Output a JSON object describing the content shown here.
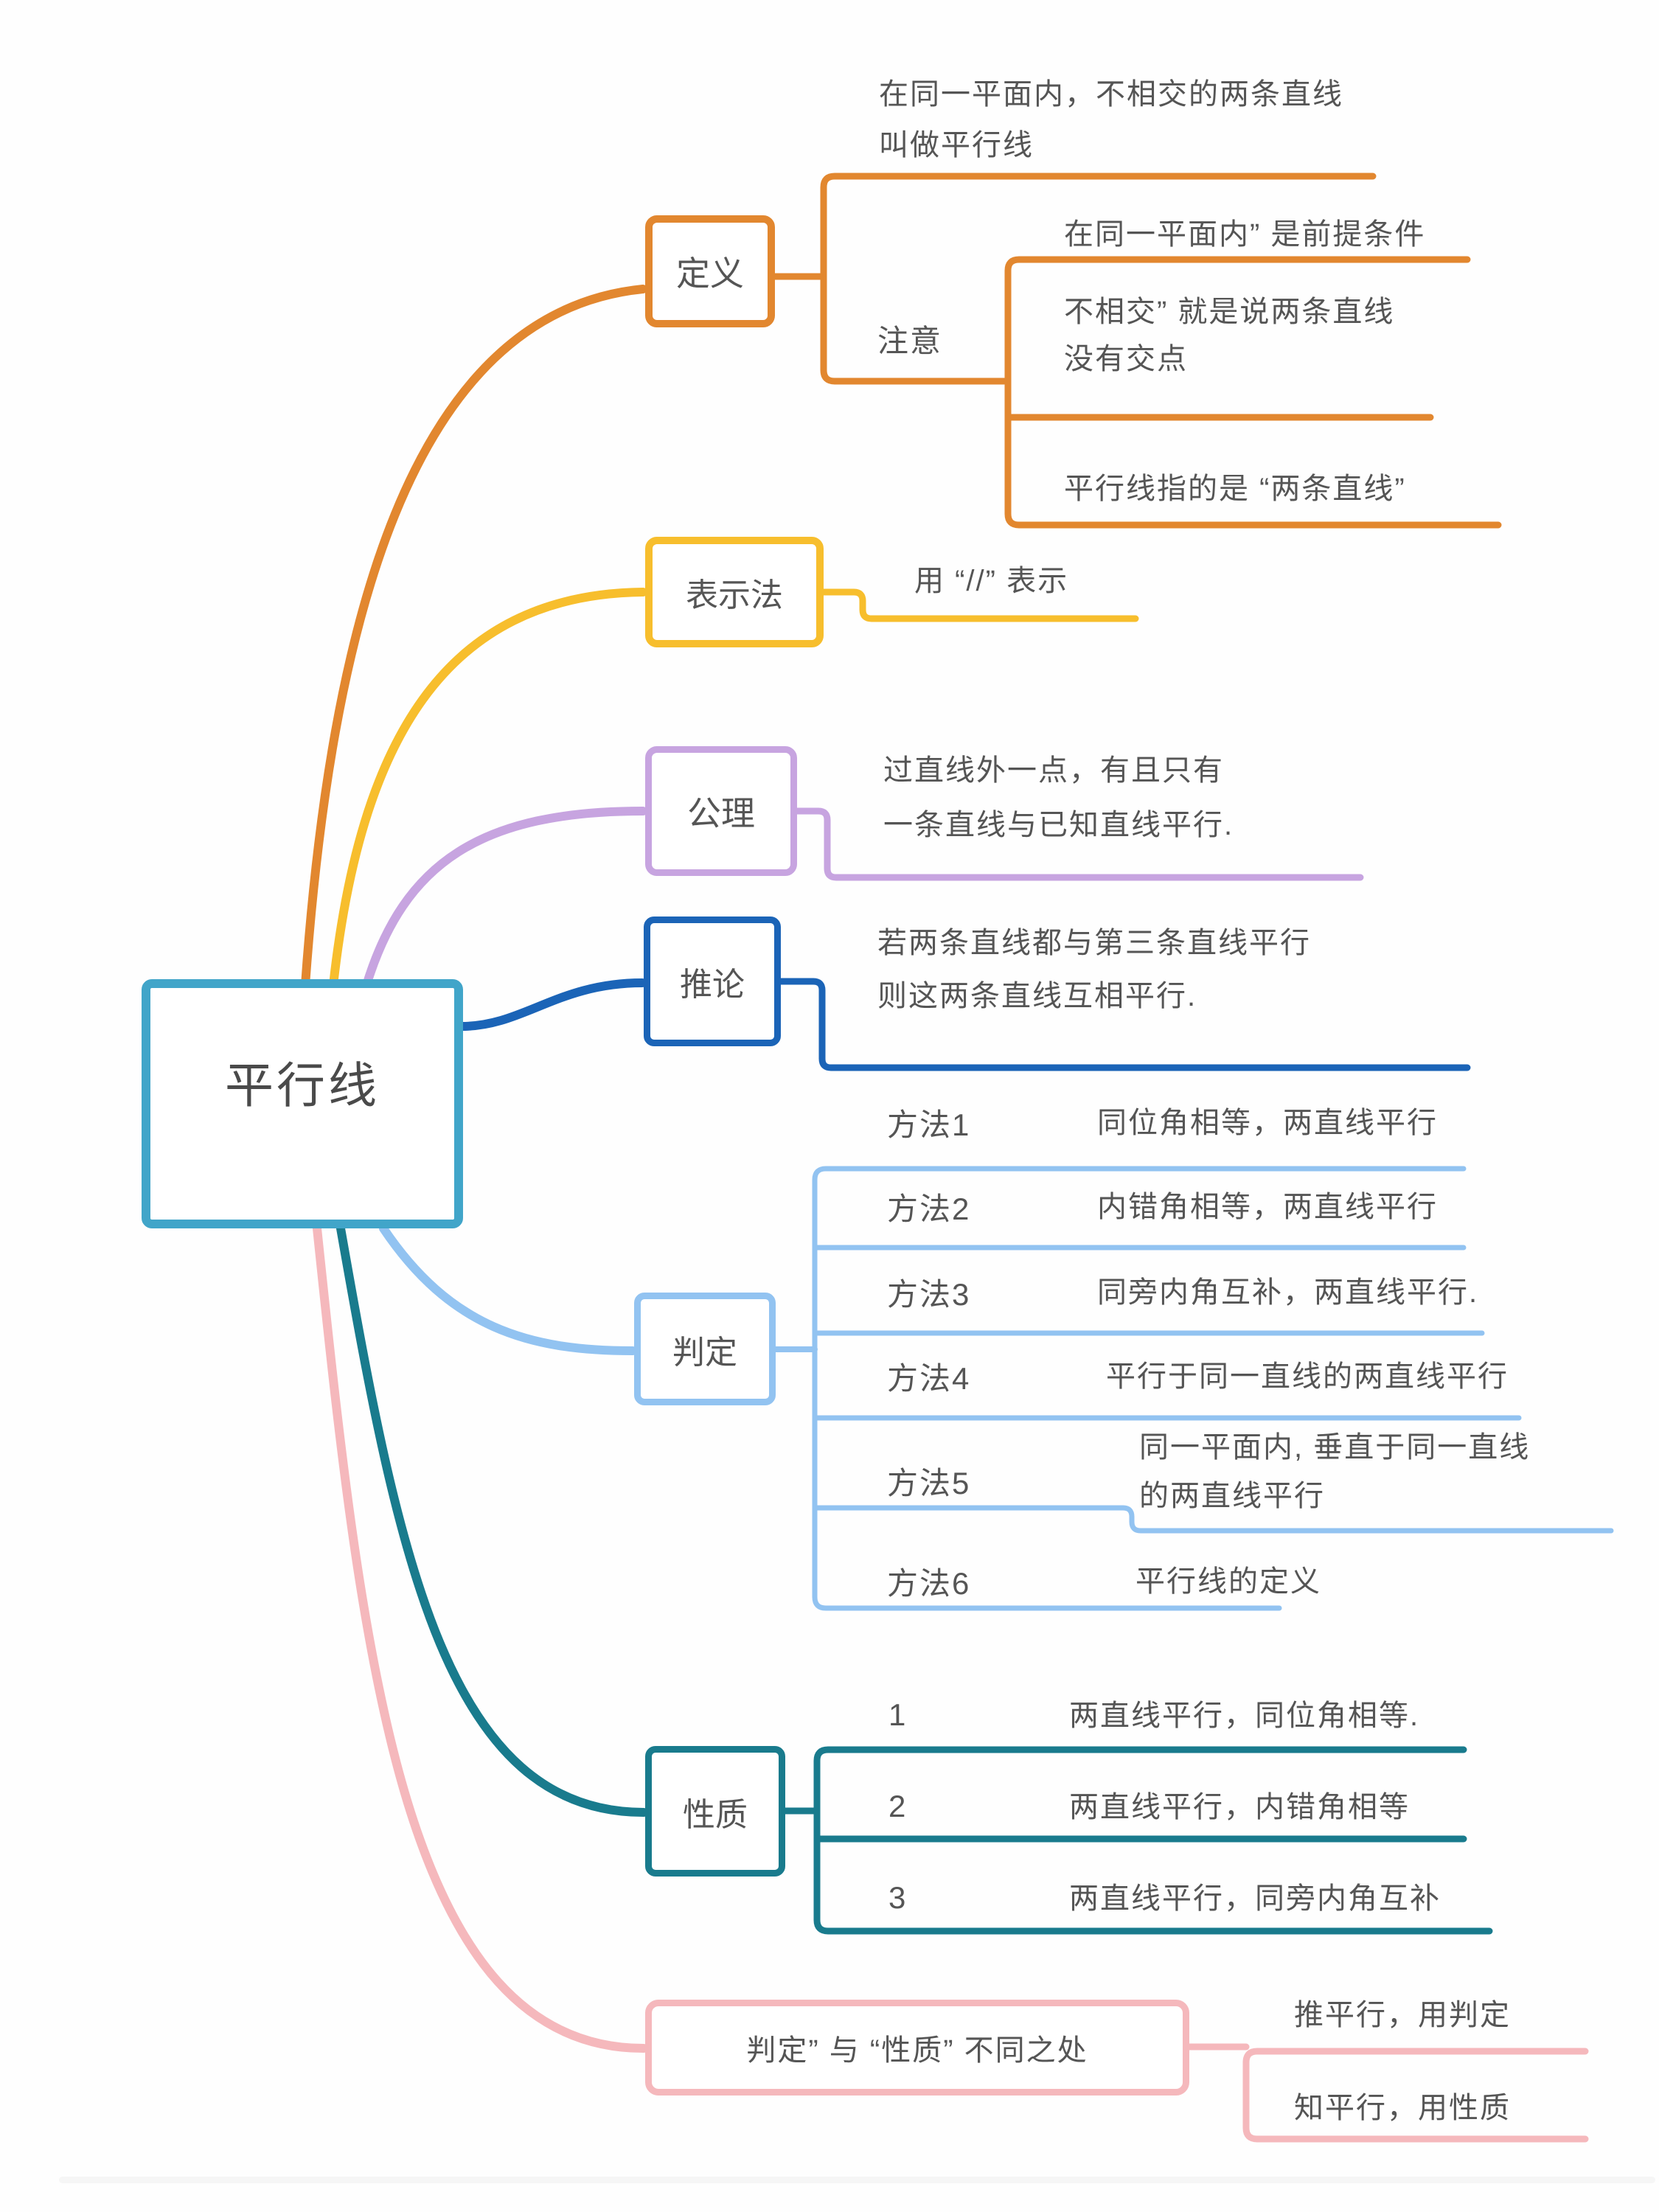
{
  "root": {
    "label": "平行线"
  },
  "colors": {
    "root": "#41a5c9",
    "orange": "#e2872f",
    "yellow": "#f7be2d",
    "purple": "#c7a4e0",
    "darkblue": "#1b64b7",
    "lightblue": "#92c3f1",
    "teal": "#197b8d",
    "pink": "#f5b8bc",
    "text": "#555555"
  },
  "definition": {
    "label": "定义",
    "line1": "在同一平面内，不相交的两条直线",
    "line2": "叫做平行线",
    "note": {
      "label": "注意",
      "item1": "在同一平面内” 是前提条件",
      "item2_line1": "不相交” 就是说两条直线",
      "item2_line2": "没有交点",
      "item3": "平行线指的是 “两条直线”"
    }
  },
  "notation": {
    "label": "表示法",
    "item": "用 “//” 表示"
  },
  "axiom": {
    "label": "公理",
    "line1": "过直线外一点，有且只有",
    "line2": "一条直线与已知直线平行."
  },
  "corollary": {
    "label": "推论",
    "line1": "若两条直线都与第三条直线平行",
    "line2": "则这两条直线互相平行."
  },
  "judgment": {
    "label": "判定",
    "methods": [
      {
        "name": "方法1",
        "desc": "同位角相等，两直线平行"
      },
      {
        "name": "方法2",
        "desc": "内错角相等，两直线平行"
      },
      {
        "name": "方法3",
        "desc": "同旁内角互补，两直线平行."
      },
      {
        "name": "方法4",
        "desc": "平行于同一直线的两直线平行"
      },
      {
        "name": "方法5",
        "desc_line1": "同一平面内, 垂直于同一直线",
        "desc_line2": "的两直线平行"
      },
      {
        "name": "方法6",
        "desc": "平行线的定义"
      }
    ]
  },
  "properties": {
    "label": "性质",
    "items": [
      {
        "num": "1",
        "desc": "两直线平行，同位角相等."
      },
      {
        "num": "2",
        "desc": "两直线平行，内错角相等"
      },
      {
        "num": "3",
        "desc": "两直线平行，同旁内角互补"
      }
    ]
  },
  "difference": {
    "label": "判定” 与 “性质” 不同之处",
    "item1": "推平行，用判定",
    "item2": "知平行，用性质"
  }
}
